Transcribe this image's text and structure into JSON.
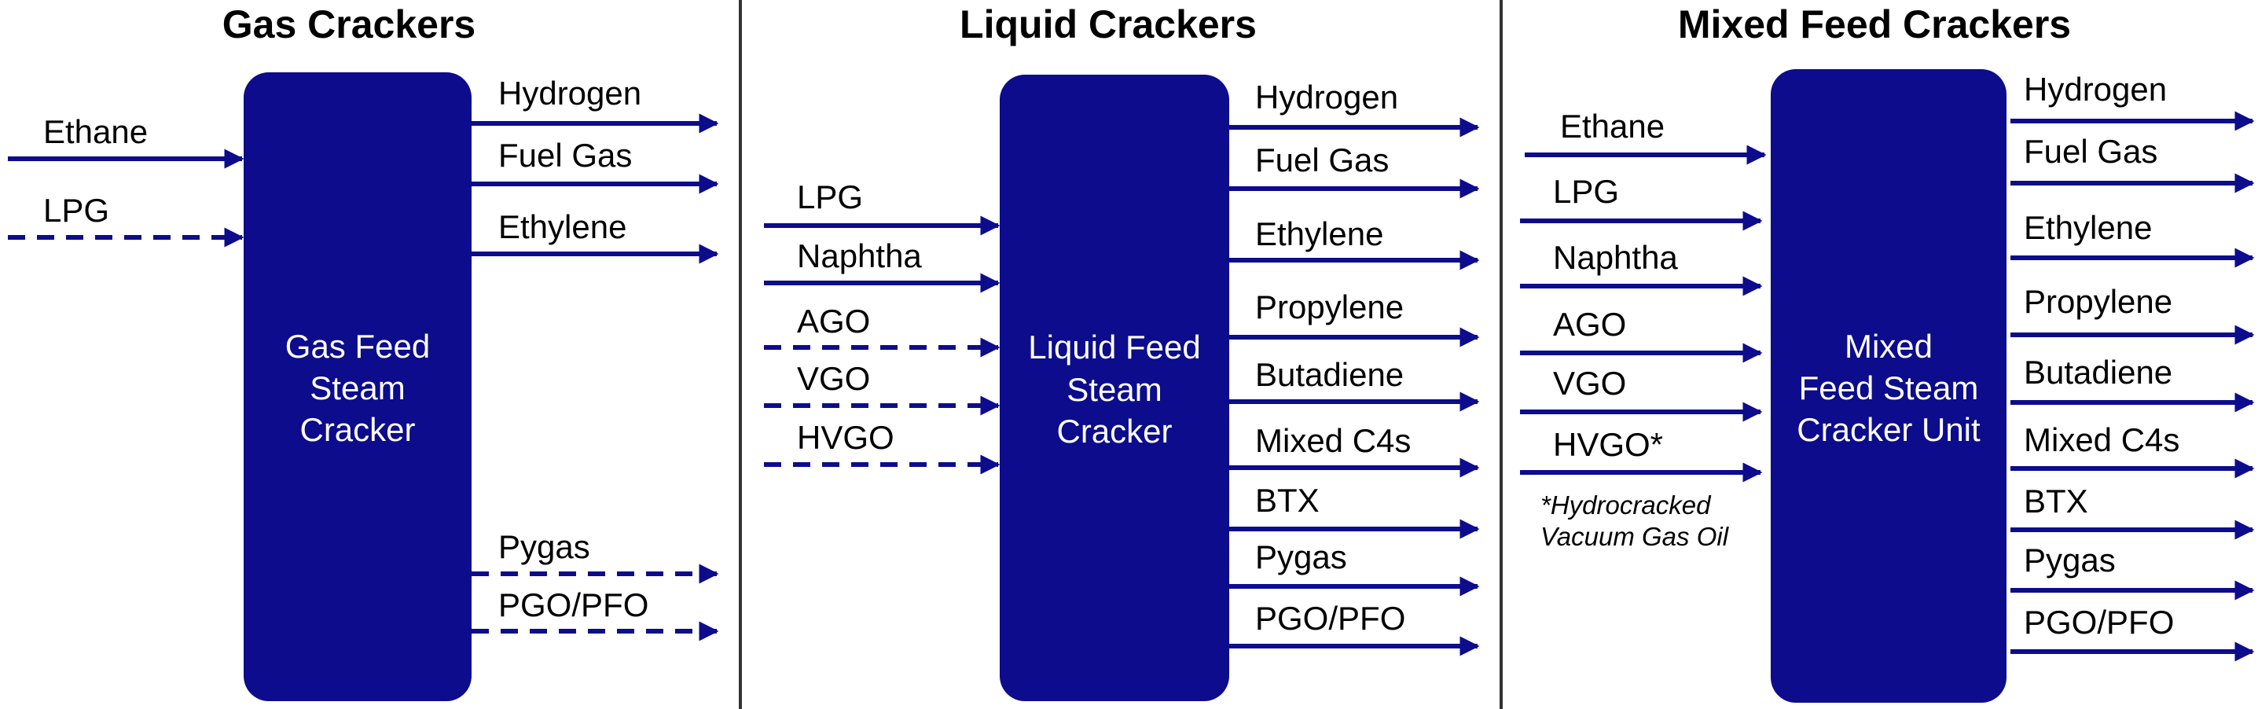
{
  "colors": {
    "box": "#0c0c8c",
    "arrow": "#0c0c8c",
    "text": "#000000",
    "box_text": "#ffffff",
    "divider": "#333333"
  },
  "panels": [
    {
      "title": "Gas Crackers",
      "box_lines": [
        "Gas Feed",
        "Steam",
        "Cracker"
      ],
      "inputs": [
        {
          "label": "Ethane",
          "dashed": false
        },
        {
          "label": "LPG",
          "dashed": true
        }
      ],
      "outputs": [
        {
          "label": "Hydrogen",
          "dashed": false
        },
        {
          "label": "Fuel Gas",
          "dashed": false
        },
        {
          "label": "Ethylene",
          "dashed": false
        },
        {
          "label": "Pygas",
          "dashed": true
        },
        {
          "label": "PGO/PFO",
          "dashed": true
        }
      ]
    },
    {
      "title": "Liquid Crackers",
      "box_lines": [
        "Liquid Feed",
        "Steam",
        "Cracker"
      ],
      "inputs": [
        {
          "label": "LPG",
          "dashed": false
        },
        {
          "label": "Naphtha",
          "dashed": false
        },
        {
          "label": "AGO",
          "dashed": true
        },
        {
          "label": "VGO",
          "dashed": true
        },
        {
          "label": "HVGO",
          "dashed": true
        }
      ],
      "outputs": [
        {
          "label": "Hydrogen",
          "dashed": false
        },
        {
          "label": "Fuel Gas",
          "dashed": false
        },
        {
          "label": "Ethylene",
          "dashed": false
        },
        {
          "label": "Propylene",
          "dashed": false
        },
        {
          "label": "Butadiene",
          "dashed": false
        },
        {
          "label": "Mixed C4s",
          "dashed": false
        },
        {
          "label": "BTX",
          "dashed": false
        },
        {
          "label": "Pygas",
          "dashed": false
        },
        {
          "label": "PGO/PFO",
          "dashed": false
        }
      ]
    },
    {
      "title": "Mixed Feed Crackers",
      "box_lines": [
        "Mixed",
        "Feed Steam",
        "Cracker Unit"
      ],
      "inputs": [
        {
          "label": "Ethane",
          "dashed": false
        },
        {
          "label": "LPG",
          "dashed": false
        },
        {
          "label": "Naphtha",
          "dashed": false
        },
        {
          "label": "AGO",
          "dashed": false
        },
        {
          "label": "VGO",
          "dashed": false
        },
        {
          "label": "HVGO*",
          "dashed": false
        }
      ],
      "footnote": [
        "*Hydrocracked",
        "Vacuum Gas Oil"
      ],
      "outputs": [
        {
          "label": "Hydrogen",
          "dashed": false
        },
        {
          "label": "Fuel Gas",
          "dashed": false
        },
        {
          "label": "Ethylene",
          "dashed": false
        },
        {
          "label": "Propylene",
          "dashed": false
        },
        {
          "label": "Butadiene",
          "dashed": false
        },
        {
          "label": "Mixed C4s",
          "dashed": false
        },
        {
          "label": "BTX",
          "dashed": false
        },
        {
          "label": "Pygas",
          "dashed": false
        },
        {
          "label": "PGO/PFO",
          "dashed": false
        }
      ]
    }
  ]
}
